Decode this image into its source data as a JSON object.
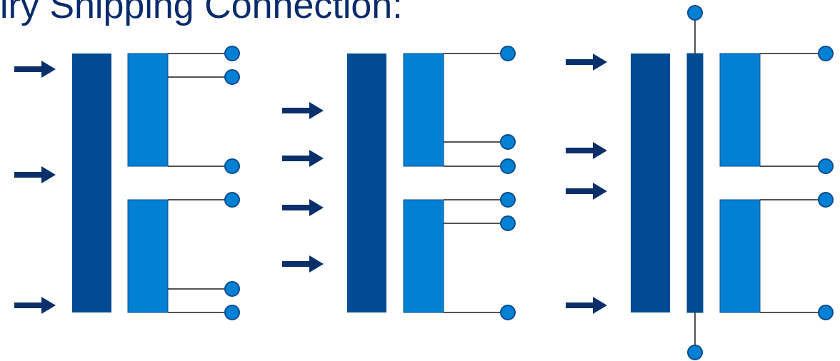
{
  "title": "iry Shipping Connection:",
  "colors": {
    "title": "#0a2a6e",
    "core": "#004b93",
    "winding": "#0280d4",
    "terminal": "#0280d4",
    "terminal_stroke": "#0b4d8e",
    "arrow": "#0a2f6b",
    "line": "#1a1a1a"
  },
  "diagrams": [
    {
      "name": "connection-1",
      "arrow_count": 3,
      "terminal_count": 6
    },
    {
      "name": "connection-2",
      "arrow_count": 4,
      "terminal_count": 6
    },
    {
      "name": "connection-3",
      "arrow_count": 4,
      "terminal_count": 6
    }
  ]
}
